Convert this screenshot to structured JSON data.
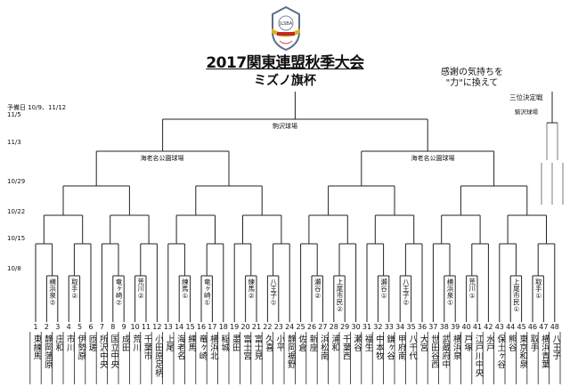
{
  "header": {
    "title": "2017関東連盟秋季大会",
    "subtitle": "ミズノ旗杯",
    "slogan_line1": "感謝の気持ちを",
    "slogan_line2": "\"力\"に換えて",
    "reserve_days": "予備日  10/9、11/12",
    "logo_text": "JLSBA"
  },
  "dates": [
    "11/5",
    "11/3",
    "10/29",
    "10/22",
    "10/15",
    "10/8"
  ],
  "venues": {
    "final": "駒沢球場",
    "semifinal_left": "海老名公園球場",
    "semifinal_right": "海老名公園球場",
    "third_place_title": "三位決定戦",
    "third_place_venue": "駒沢球場"
  },
  "teams": [
    "東練馬",
    "静岡蒲原",
    "庄和",
    "市川",
    "伊勢原",
    "匝瑳",
    "所沢中央",
    "国立中央",
    "成田",
    "荒川",
    "千葉市",
    "小田原足柄",
    "上尾",
    "海老名",
    "練馬",
    "竜ヶ崎",
    "横浜北",
    "稲城",
    "墨田",
    "富士宮",
    "富士見",
    "久喜",
    "小平",
    "静岡裾野",
    "佐倉",
    "新座",
    "浜松南",
    "浦和",
    "千葉西",
    "瀬谷",
    "福生",
    "中本牧",
    "鎌ヶ谷",
    "甲府南",
    "八千代",
    "大宮",
    "世田谷西",
    "武蔵府中",
    "横浜泉",
    "戸塚",
    "江戸川中央",
    "水戸",
    "保土ヶ谷",
    "熊谷",
    "東京和泉",
    "取手",
    "横浜青葉",
    "八王子"
  ],
  "seeds": [
    {
      "between": [
        2,
        3
      ],
      "label": "横浜泉②"
    },
    {
      "between": [
        4,
        5
      ],
      "label": "取手②"
    },
    {
      "between": [
        8,
        9
      ],
      "label": "竜ヶ崎②"
    },
    {
      "between": [
        10,
        11
      ],
      "label": "荒川②"
    },
    {
      "between": [
        14,
        15
      ],
      "label": "練馬①"
    },
    {
      "between": [
        16,
        17
      ],
      "label": "竜ヶ崎①"
    },
    {
      "between": [
        20,
        21
      ],
      "label": "練馬②"
    },
    {
      "between": [
        22,
        23
      ],
      "label": "八王子①"
    },
    {
      "between": [
        26,
        27
      ],
      "label": "瀬谷②"
    },
    {
      "between": [
        28,
        29
      ],
      "label": "上尾市民②"
    },
    {
      "between": [
        32,
        33
      ],
      "label": "瀬谷①"
    },
    {
      "between": [
        34,
        35
      ],
      "label": "八王子②"
    },
    {
      "between": [
        38,
        39
      ],
      "label": "横浜泉①"
    },
    {
      "between": [
        40,
        41
      ],
      "label": "荒川①"
    },
    {
      "between": [
        44,
        45
      ],
      "label": "上尾市民①"
    },
    {
      "between": [
        46,
        47
      ],
      "label": "取手①"
    }
  ]
}
